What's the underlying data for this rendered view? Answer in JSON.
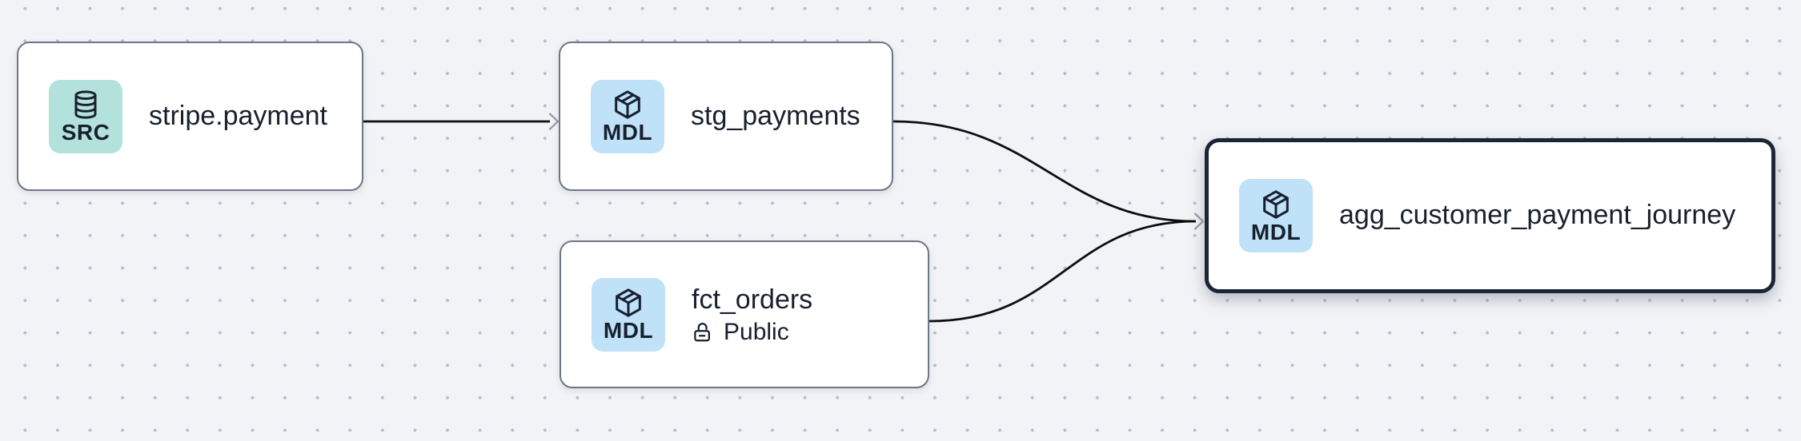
{
  "canvas": {
    "kind": "lineage-graph"
  },
  "nodes": [
    {
      "title": "stripe.payment",
      "badge": "SRC",
      "icon": "database-icon",
      "kind": "source",
      "selected": false
    },
    {
      "title": "stg_payments",
      "badge": "MDL",
      "icon": "cube-icon",
      "kind": "model",
      "selected": false
    },
    {
      "title": "fct_orders",
      "badge": "MDL",
      "icon": "cube-icon",
      "kind": "model",
      "selected": false,
      "access": "Public",
      "access_icon": "lock-open-icon"
    },
    {
      "title": "agg_customer_payment_journey",
      "badge": "MDL",
      "icon": "cube-icon",
      "kind": "model",
      "selected": true
    }
  ],
  "edges": [
    {
      "from": "stripe.payment",
      "to": "stg_payments"
    },
    {
      "from": "stg_payments",
      "to": "agg_customer_payment_journey"
    },
    {
      "from": "fct_orders",
      "to": "agg_customer_payment_journey"
    }
  ],
  "colors": {
    "canvas_bg": "#f2f3f6",
    "grid_dot": "#b8bcc7",
    "node_bg": "#ffffff",
    "node_border": "#6e7585",
    "selected_border": "#1b2536",
    "source_badge_bg": "#b3e2dc",
    "model_badge_bg": "#bfe2f8",
    "text": "#18202e",
    "edge": "#0d0d0d",
    "arrowhead": "#98a0ac"
  }
}
